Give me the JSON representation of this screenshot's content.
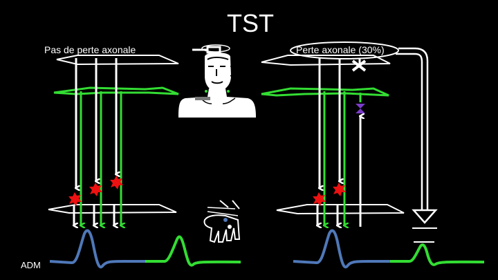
{
  "title": "TST",
  "left_label": "Pas de perte axonale",
  "right_label": "Perte axonale (30%)",
  "trace_label": "ADM",
  "colors": {
    "background": "#000000",
    "outline": "#ffffff",
    "axon_green": "#33dd33",
    "signal_blue": "#4f78b8",
    "collision_red": "#ee1111",
    "block_purple": "#7a3cc8"
  }
}
